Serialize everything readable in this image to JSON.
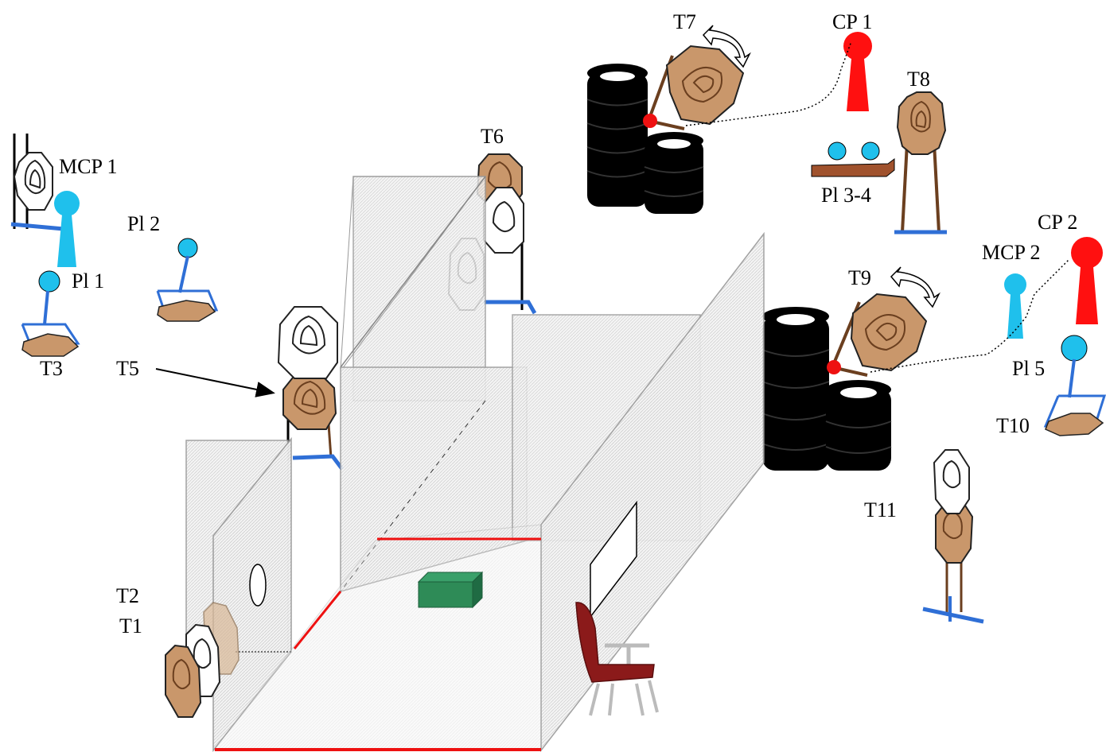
{
  "labels": {
    "t1": "T1",
    "t2": "T2",
    "t3": "T3",
    "t5": "T5",
    "t6": "T6",
    "t7": "T7",
    "t8": "T8",
    "t9": "T9",
    "t10": "T10",
    "t11": "T11",
    "mcp1": "MCP 1",
    "mcp2": "MCP 2",
    "cp1": "CP 1",
    "cp2": "CP 2",
    "pl1": "Pl 1",
    "pl2": "Pl 2",
    "pl34": "Pl 3-4",
    "pl5": "Pl 5"
  },
  "colors": {
    "target_tan": "#c9976b",
    "target_line": "#6b3f1f",
    "popper_blue": "#1fc0ec",
    "popper_red": "#ff1010",
    "stand_blue": "#2f6fd6",
    "wall_fill": "#eeeeee",
    "fault_line": "#ee1111",
    "box_green": "#2e8b57",
    "chair_red": "#8b1a1a",
    "tire_black": "#000000",
    "board_brown": "#a0522d"
  }
}
